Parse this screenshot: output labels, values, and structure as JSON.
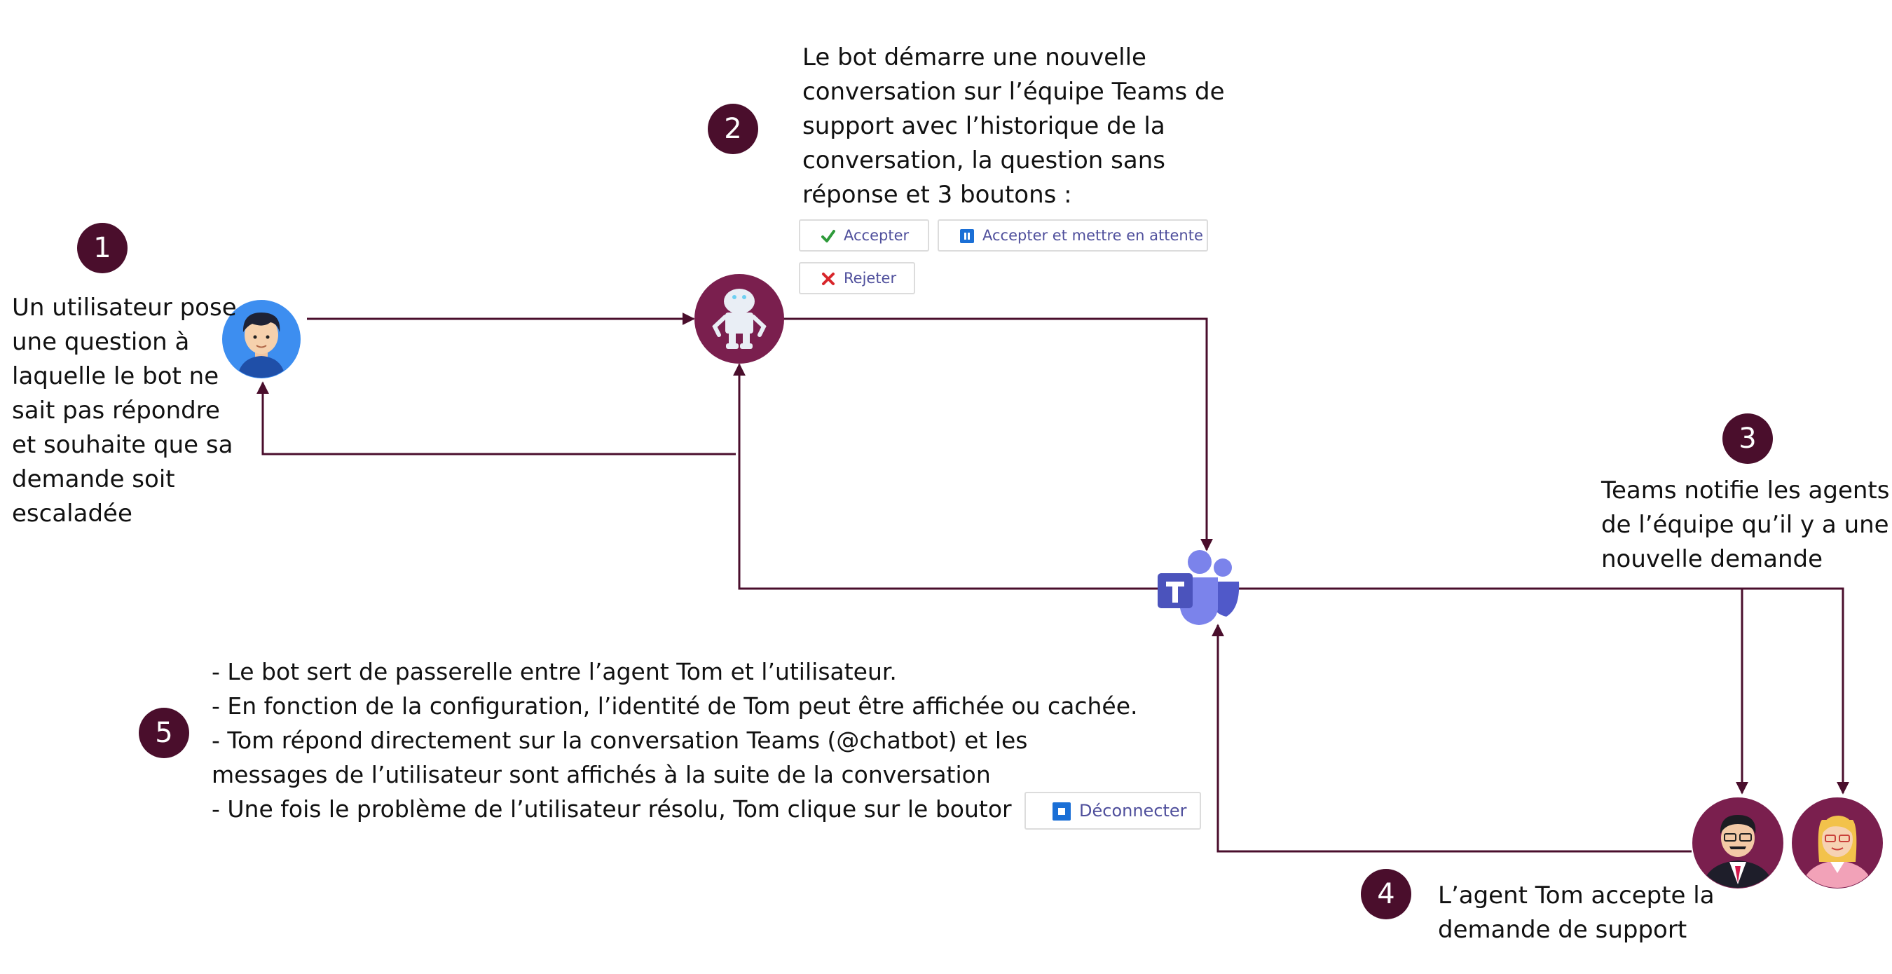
{
  "step1": {
    "number": "1",
    "text": "Un utilisateur pose\nune question à\nlaquelle le bot ne\nsait pas répondre\net souhaite que sa\ndemande soit\nescaladée"
  },
  "step2": {
    "number": "2",
    "text": "Le bot démarre une nouvelle\nconversation sur l’équipe Teams de\nsupport avec l’historique de la\nconversation, la question sans\nréponse et 3 boutons :",
    "buttons": {
      "accept": "Accepter",
      "accept_hold": "Accepter et mettre en attente",
      "reject": "Rejeter"
    }
  },
  "step3": {
    "number": "3",
    "text": "Teams notifie les agents\nde l’équipe qu’il y a une\nnouvelle demande"
  },
  "step4": {
    "number": "4",
    "text": "L’agent Tom accepte la\ndemande de support"
  },
  "step5": {
    "number": "5",
    "text": "- Le bot sert de passerelle entre l’agent Tom et l’utilisateur.\n- En fonction de la configuration, l’identité de Tom peut être affichée ou cachée.\n- Tom répond directement sur la conversation Teams (@chatbot) et les\nmessages de l’utilisateur sont affichés à la suite de la conversation\n- Une fois le problème de l’utilisateur résolu, Tom clique sur le boutor",
    "button": "Déconnecter"
  },
  "colors": {
    "badge": "#4a0e2c",
    "connector": "#4a0e2c",
    "user_bg": "#3d8ef0",
    "bot_bg": "#7a1f4e",
    "teams_purple": "#5059c9",
    "agent_bg": "#7a1f4e",
    "button_text": "#4f4f9c"
  },
  "icons": {
    "user": "user-avatar-icon",
    "bot": "robot-icon",
    "teams": "microsoft-teams-icon",
    "agent_male": "agent-male-avatar-icon",
    "agent_female": "agent-female-avatar-icon",
    "check": "check-icon",
    "pause": "pause-icon",
    "close": "close-icon",
    "stop": "stop-icon"
  }
}
